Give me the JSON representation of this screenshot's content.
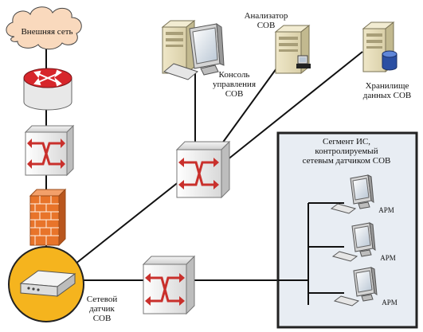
{
  "labels": {
    "external_network": "Внешняя сеть",
    "management_console": "Консоль\nуправления\nСОВ",
    "analyzer": "Анализатор\nСОВ",
    "storage": "Хранилище\nданных СОВ",
    "segment": "Сегмент ИС,\nконтролируемый\nсетевым датчиком СОВ",
    "sensor": "Сетевой\nдатчик\nСОВ",
    "workstation_1": "АРМ",
    "workstation_2": "АРМ",
    "workstation_3": "АРМ"
  },
  "colors": {
    "cloud_fill": "#f9d9bd",
    "sensor_highlight": "#f5b41e",
    "firewall": "#e8742a",
    "switch_arrow": "#c9302c",
    "router_disk": "#d7262b",
    "segment_fill": "#e8edf3",
    "segment_border": "#222222"
  },
  "icons": [
    "cloud-icon",
    "router-icon",
    "switch-icon",
    "firewall-icon",
    "network-sensor-icon",
    "server-icon",
    "pc-monitor-icon",
    "database-icon",
    "workstation-icon"
  ]
}
